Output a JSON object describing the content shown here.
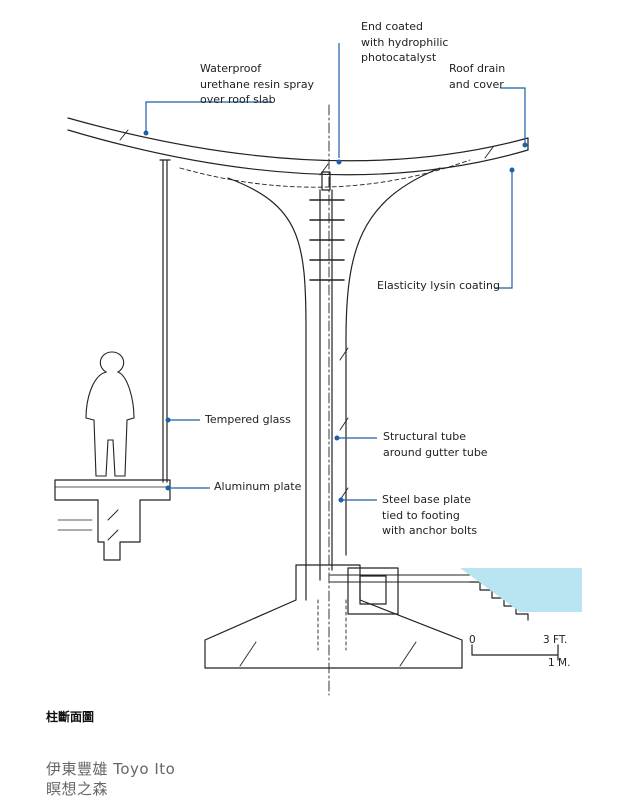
{
  "annotations": {
    "end_coated": [
      "End coated",
      "with hydrophilic",
      "photocatalyst"
    ],
    "waterproof": [
      "Waterproof",
      "urethane resin spray",
      "over roof slab"
    ],
    "roof_drain": [
      "Roof drain",
      "and cover"
    ],
    "elasticity": [
      "Elasticity lysin coating"
    ],
    "tempered_glass": [
      "Tempered glass"
    ],
    "structural_tube": [
      "Structural tube",
      "around gutter tube"
    ],
    "aluminum_plate": [
      "Aluminum plate"
    ],
    "steel_base": [
      "Steel base plate",
      "tied to footing",
      "with anchor bolts"
    ]
  },
  "scale_bar": {
    "zero": "0",
    "feet": "3 FT.",
    "meters": "1 M."
  },
  "caption": {
    "section_title": "柱斷面圖",
    "credit_line1": "伊東豐雄  Toyo Ito",
    "credit_line2": "瞑想之森"
  },
  "colors": {
    "leader": "#1f5fa8",
    "ink": "#222222",
    "water": "#b9e4f2"
  }
}
